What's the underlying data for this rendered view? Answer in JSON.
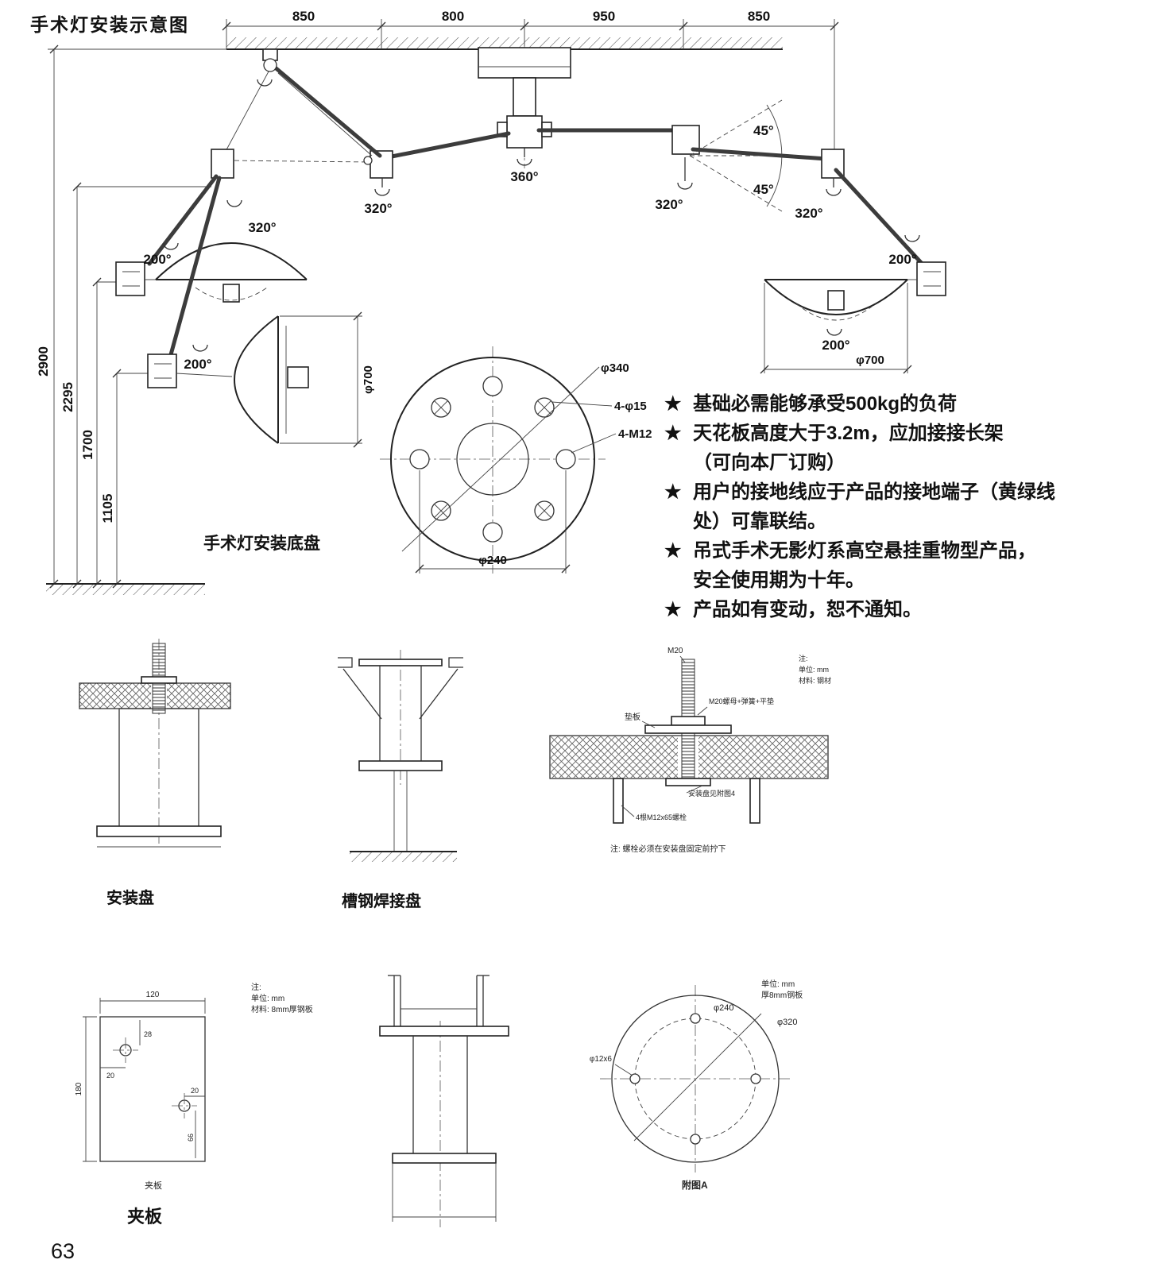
{
  "page": {
    "title": "手术灯安装示意图",
    "page_number": "63"
  },
  "main": {
    "top_dims": [
      "850",
      "800",
      "950",
      "850"
    ],
    "left_dims": [
      "2900",
      "2295",
      "1700",
      "1105"
    ],
    "angles": {
      "rot360": "360°",
      "fan_top": "45°",
      "fan_bottom": "45°",
      "center_left": "320°",
      "center_right": "320°",
      "outer_left": "320°",
      "outer_right": "320°",
      "left_lamp": "200°",
      "side_lamp": "200°",
      "right_arm": "200°",
      "right_lamp": "200°"
    },
    "side_lamp_dia": "φ700",
    "right_lamp_dia": "φ700",
    "base_plate": {
      "caption": "手术灯安装底盘",
      "dia_outer": "φ340",
      "holes_a": "4-φ15",
      "holes_b": "4-M12",
      "bolt_circle": "φ240"
    }
  },
  "notes": [
    {
      "star": "★",
      "text": "基础必需能够承受500kg的负荷"
    },
    {
      "star": "★",
      "text": "天花板高度大于3.2m，应加接接长架"
    },
    {
      "star": "",
      "text": "（可向本厂订购）"
    },
    {
      "star": "★",
      "text": "用户的接地线应于产品的接地端子（黄绿线"
    },
    {
      "star": "",
      "text": "处）可靠联结。"
    },
    {
      "star": "★",
      "text": "吊式手术无影灯系高空悬挂重物型产品，"
    },
    {
      "star": "",
      "text": "安全使用期为十年。"
    },
    {
      "star": "★",
      "text": "产品如有变动，恕不通知。"
    }
  ],
  "drawings": {
    "install_plate": {
      "caption": "安装盘"
    },
    "channel_plate": {
      "caption": "槽钢焊接盘"
    },
    "anchor": {
      "bolt": "M20",
      "pad": "垫板",
      "nut": "M20螺母+弹簧+平垫",
      "note_title": "注:",
      "note_unit": "单位: mm",
      "note_material": "材料: 钢材",
      "plate_ref": "安装盘见附图4",
      "bolts": "4根M12x65螺栓",
      "bottom_note": "注: 螺栓必须在安装盘固定前拧下"
    },
    "clamp": {
      "caption": "夹板",
      "caption_small": "夹板",
      "dim_w": "120",
      "dim_h": "180",
      "dim_a": "28",
      "dim_b": "20",
      "dim_c": "20",
      "dim_d": "66",
      "note_title": "注:",
      "note_unit": "单位: mm",
      "note_material": "材料: 8mm厚钢板"
    },
    "round_plate": {
      "dia_bolt": "φ240",
      "dia_outer": "φ320",
      "holes": "φ12x6",
      "note_unit": "单位: mm",
      "note_material": "厚8mm钢板",
      "caption": "附图A"
    }
  }
}
